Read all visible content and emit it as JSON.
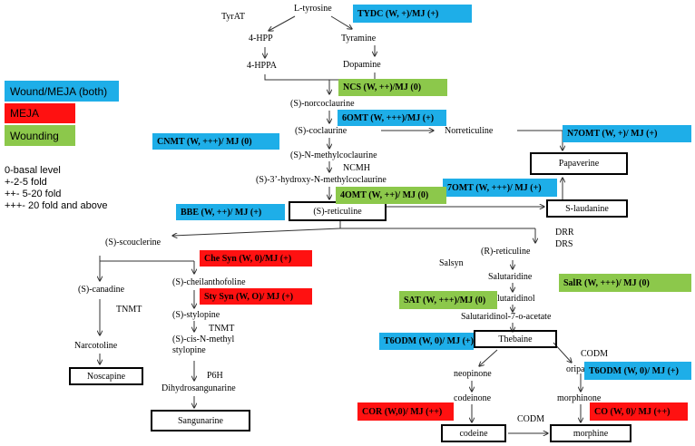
{
  "colors": {
    "both": "#1eaee8",
    "meja": "#ff1111",
    "wound": "#8cc84b",
    "line": "#333333"
  },
  "legend": {
    "both": "Wound/MEJA (both)",
    "meja": "MEJA",
    "wound": "Wounding",
    "levels": [
      "0-basal level",
      "+-2-5 fold",
      "++- 5-20 fold",
      "+++- 20 fold and above"
    ]
  },
  "metabolites": {
    "ltyrosine": "L-tyrosine",
    "hpp": "4-HPP",
    "hppa": "4-HPPA",
    "tyramine": "Tyramine",
    "dopamine": "Dopamine",
    "norcoclaurine": "(S)-norcoclaurine",
    "coclaurine": "(S)-coclaurine",
    "norreticuline": "Norreticuline",
    "nmethylcoclaurine": "(S)-N-methylcoclaurine",
    "hydroxymethylcoclaurine": "(S)-3’-hydroxy-N-methylcoclaurine",
    "scoulerine": "(S)-scouclerine",
    "rreticuline": "(R)-reticuline",
    "salutaridine": "Salutaridine",
    "salutaridinol": "Salutaridinol",
    "salutaridinolacetate": "Salutaridinol-7-o-acetate",
    "canadine": "(S)-canadine",
    "narcotoline": "Narcotoline",
    "cheilanthofoline": "(S)-cheilanthofoline",
    "stylopine": "(S)-stylopine",
    "cismethylstylopine": "(S)-cis-N-methyl stylopine",
    "dihydrosanguinarine": "Dihydrosangunarine",
    "neopinone": "neopinone",
    "codeinone": "codeinone",
    "oripavine": "oripavi",
    "morphinone": "morphinone"
  },
  "end_products": {
    "papaverine": "Papaverine",
    "sreticuline": "(S)-reticuline",
    "slaudanine": "S-laudanine",
    "noscapine": "Noscapine",
    "sanguinarine": "Sangunarine",
    "thebaine": "Thebaine",
    "codeine": "codeine",
    "morphine": "morphine"
  },
  "enzyme_labels": {
    "tyrat": "TyrAT",
    "ncmh": "NCMH",
    "drr": "DRR",
    "drs": "DRS",
    "salsyn": "Salsyn",
    "tnmt1": "TNMT",
    "tnmt2": "TNMT",
    "p6h": "P6H",
    "codm1": "CODM",
    "codm2": "CODM"
  },
  "enzymes": {
    "tydc": {
      "label": "TYDC (W, +)/MJ (+)",
      "group": "both"
    },
    "ncs": {
      "label": "NCS (W, ++)/MJ (0)",
      "group": "wound"
    },
    "omt6": {
      "label": "6OMT (W, +++)/MJ (+)",
      "group": "both"
    },
    "cnmt": {
      "label": "CNMT (W, +++)/ MJ (0)",
      "group": "both"
    },
    "n7omt": {
      "label": "N7OMT (W, +)/ MJ (+)",
      "group": "both"
    },
    "omt7": {
      "label": "7OMT (W, +++)/ MJ (+)",
      "group": "both"
    },
    "omt4": {
      "label": "4OMT (W, ++)/ MJ (0)",
      "group": "wound"
    },
    "bbe": {
      "label": "BBE (W, ++)/ MJ (+)",
      "group": "both"
    },
    "chesyn": {
      "label": "Che Syn (W, 0)/MJ (+)",
      "group": "meja"
    },
    "stysyn": {
      "label": "Sty Syn (W, O)/ MJ (+)",
      "group": "meja"
    },
    "salr": {
      "label": "SalR (W, +++)/ MJ (0)",
      "group": "wound"
    },
    "sat": {
      "label": "SAT (W, +++)/MJ (0)",
      "group": "wound"
    },
    "t6odm1": {
      "label": "T6ODM (W, 0)/ MJ (+)",
      "group": "both"
    },
    "t6odm2": {
      "label": "T6ODM (W, 0)/ MJ (+)",
      "group": "both"
    },
    "cor": {
      "label": "COR (W,0)/ MJ (++)",
      "group": "meja"
    },
    "co": {
      "label": "CO (W, 0)/ MJ (++)",
      "group": "meja"
    }
  }
}
